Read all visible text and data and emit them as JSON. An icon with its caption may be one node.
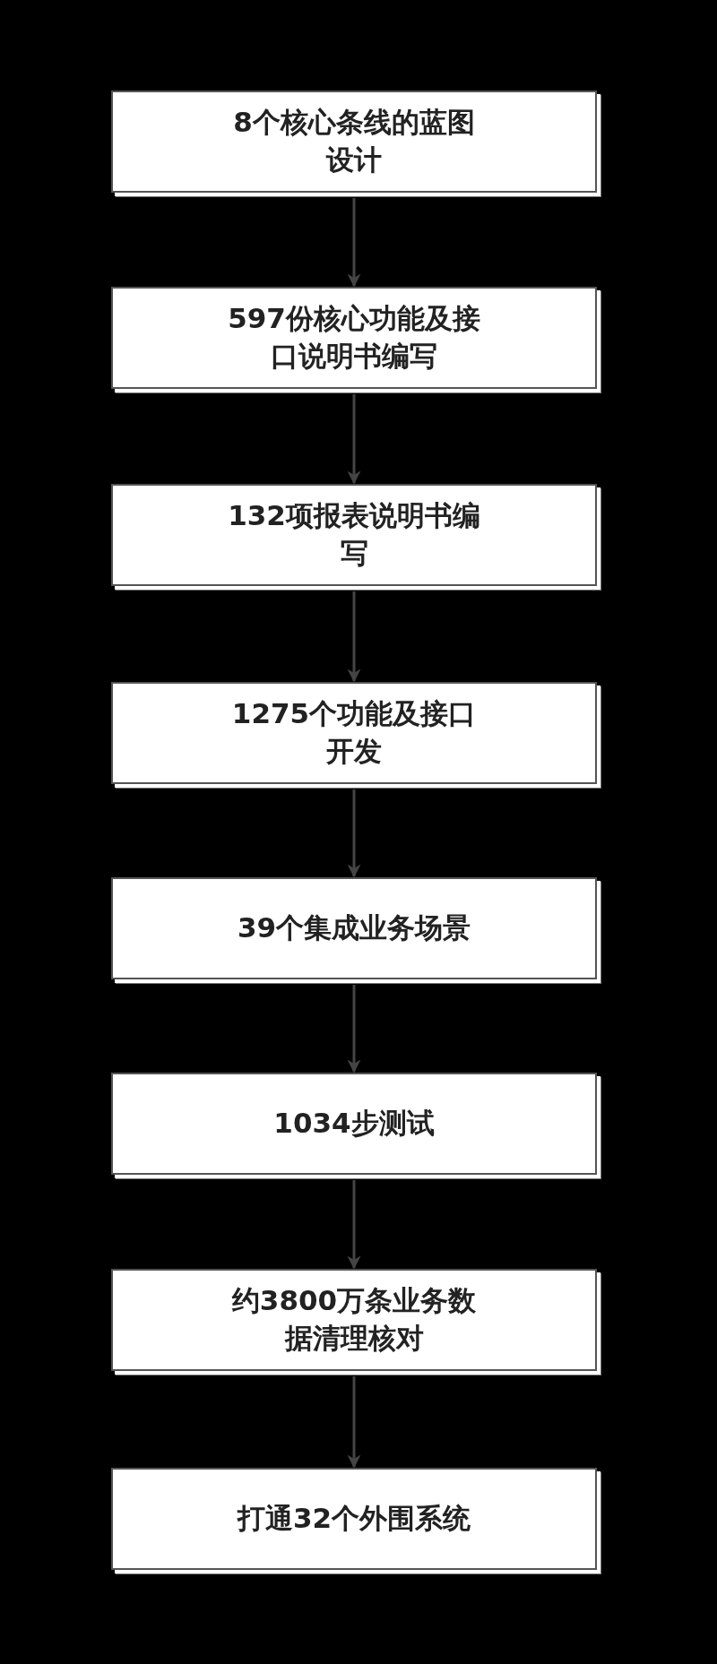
{
  "diagram": {
    "nodes": [
      {
        "text": [
          "8个核心条线的蓝图设计"
        ]
      },
      {
        "text": [
          "597份核心功能及接口说明书编写"
        ]
      },
      {
        "text": [
          "132项报表说明书编写"
        ]
      },
      {
        "text": [
          "1275个功能及接口开发"
        ]
      },
      {
        "text": [
          "39个集成业务场景"
        ]
      },
      {
        "text": [
          "1034步测试"
        ]
      },
      {
        "text": [
          "约3800万条业务数据清理核对"
        ]
      },
      {
        "text": [
          "打通32个外围系统"
        ]
      }
    ],
    "edges": [
      {
        "from": 0,
        "to": 1,
        "arrow": "to"
      },
      {
        "from": 1,
        "to": 2,
        "arrow": "to"
      },
      {
        "from": 2,
        "to": 3,
        "arrow": "to"
      },
      {
        "from": 3,
        "to": 4,
        "arrow": "to"
      },
      {
        "from": 4,
        "to": 5,
        "arrow": "to"
      },
      {
        "from": 5,
        "to": 6,
        "arrow": "to"
      },
      {
        "from": 6,
        "to": 7,
        "arrow": "to"
      }
    ]
  }
}
